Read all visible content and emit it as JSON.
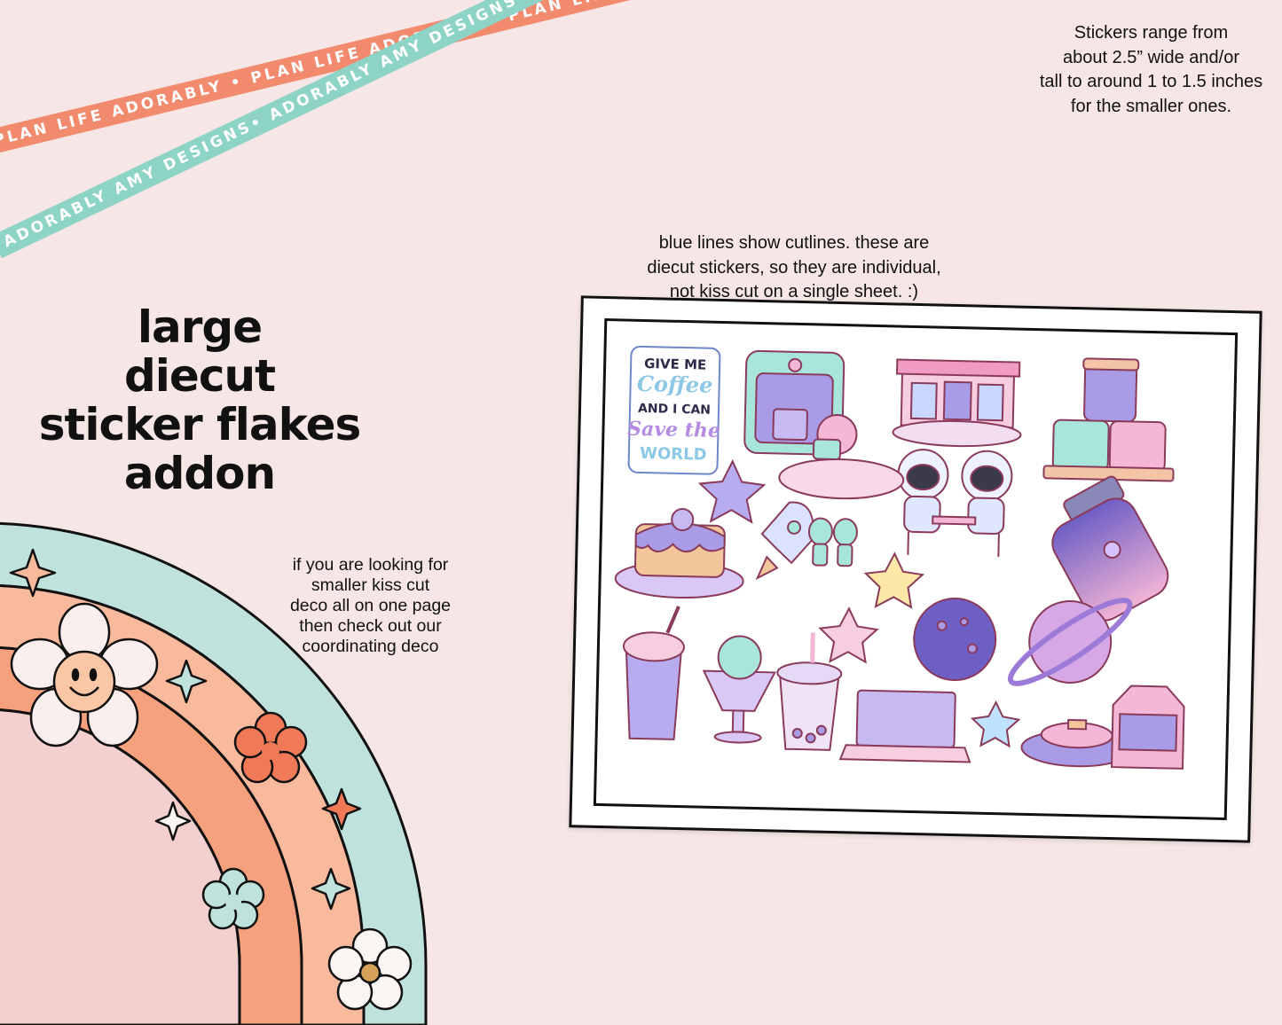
{
  "ribbons": {
    "orange_text": "PLAN LIFE ADORABLY • PLAN LIFE ADORABLY • PLAN LIFE ADORABLY",
    "teal_text": "ADORABLY AMY DESIGNS• ADORABLY AMY DESIGNS• ADORABLY AMY DESIGNS•"
  },
  "size_note": {
    "line1": "Stickers range from",
    "line2": "about 2.5” wide and/or",
    "line3": "tall to around 1 to 1.5 inches",
    "line4": "for the smaller ones."
  },
  "cutline_note": {
    "line1": "blue lines show cutlines.  these are",
    "line2": "diecut stickers, so they are individual,",
    "line3": "not kiss cut on a single sheet. :)"
  },
  "title": {
    "line1": "large",
    "line2": "diecut",
    "line3": "sticker flakes",
    "line4": "addon"
  },
  "deco_note": {
    "line1": "if you are looking for",
    "line2": "smaller kiss cut",
    "line3": "deco all on one page",
    "line4": "then check out our",
    "line5": "coordinating deco"
  },
  "sticker_quote": {
    "line1": "GIVE ME",
    "line2": "Coffee",
    "line3": "AND I CAN",
    "line4": "Save the",
    "line5": "WORLD"
  },
  "colors": {
    "background": "#f6e6e5",
    "ribbon_orange": "#f28a6e",
    "ribbon_teal": "#8dd4c6",
    "rainbow_teal": "#bfe3dc",
    "rainbow_peach": "#f8b99c",
    "rainbow_orange": "#f5a17e",
    "rainbow_pink": "#f3d0cd",
    "sticker_purple": "#a99be6",
    "sticker_pink": "#f4b8d6",
    "sticker_mint": "#a8e6dc",
    "cutline_maroon": "#8a3a5a"
  },
  "icons": [
    "smiley-flower-icon",
    "flower-icon",
    "sparkle-star-icon",
    "coffee-machine-icon",
    "cafe-building-icon",
    "jars-icon",
    "astronauts-icon",
    "galaxy-jar-icon",
    "cake-icon",
    "rocket-icon",
    "alien-icon",
    "planet-icon",
    "milkshake-icon",
    "sundae-icon",
    "boba-icon",
    "laptop-icon",
    "pancake-icon",
    "milk-carton-icon",
    "star-icon"
  ]
}
